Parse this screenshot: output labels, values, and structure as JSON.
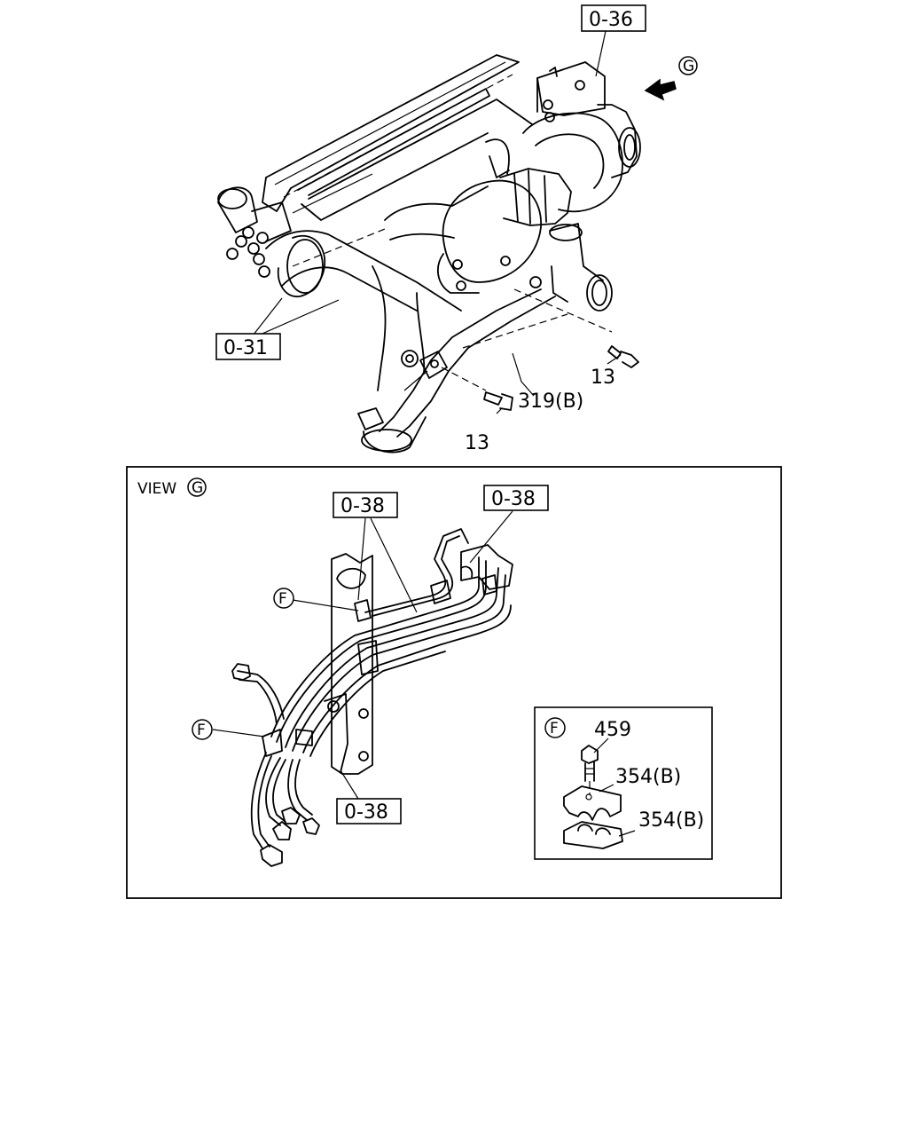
{
  "labels": {
    "ref_0_36": "0-36",
    "ref_0_31": "0-31",
    "ref_0_38_a": "0-38",
    "ref_0_38_b": "0-38",
    "ref_0_38_c": "0-38",
    "part_13_right": "13",
    "part_13_bottom": "13",
    "part_319b": "319(B)",
    "part_459": "459",
    "part_354b_upper": "354(B)",
    "part_354b_lower": "354(B)"
  },
  "view": {
    "title": "VIEW",
    "marker": "G"
  },
  "markers": {
    "view_arrow": "G",
    "f_upper": "F",
    "f_lower": "F",
    "f_inset": "F"
  }
}
